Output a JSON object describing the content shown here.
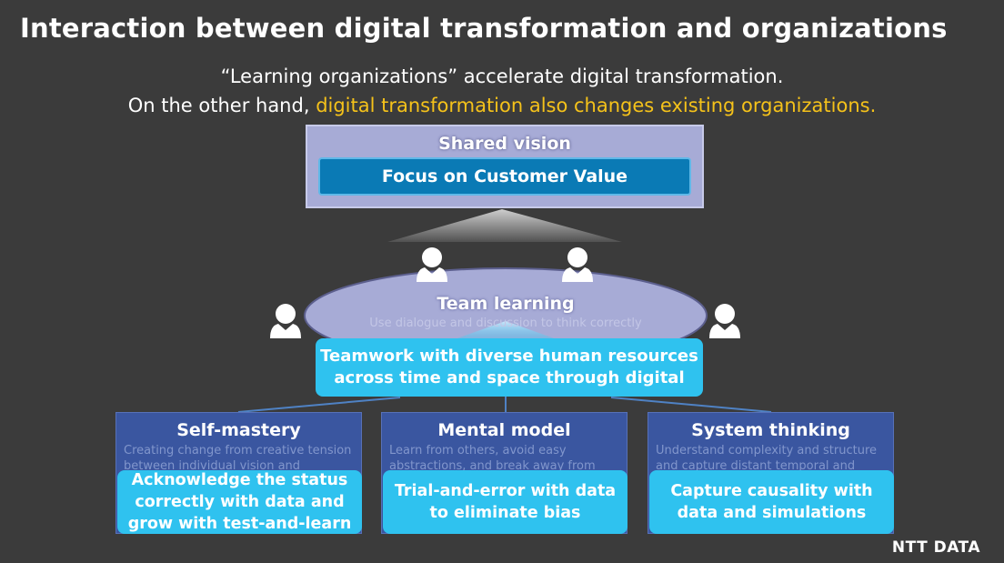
{
  "title": "Interaction between digital transformation and organizations",
  "subtitle": {
    "line1": "“Learning organizations” accelerate digital transformation.",
    "line2_prefix": "On the other hand, ",
    "line2_highlight": "digital transformation also changes existing organizations."
  },
  "shared_vision": {
    "title": "Shared vision",
    "inner": "Focus on Customer Value"
  },
  "team_learning": {
    "title": "Team learning",
    "description": "Use dialogue and discussion to think correctly",
    "box": "Teamwork with diverse human resources\nacross time and space through digital"
  },
  "pillars": [
    {
      "title": "Self-mastery",
      "description": "Creating change from creative tension\nbetween individual vision and accurate",
      "box": "Acknowledge the status\ncorrectly with data and\ngrow with test-and-learn"
    },
    {
      "title": "Mental model",
      "description": "Learn from others, avoid easy\nabstractions, and break away from",
      "box": "Trial-and-error with data\nto eliminate bias"
    },
    {
      "title": "System thinking",
      "description": "Understand complexity and structure\nand capture distant temporal and",
      "box": "Capture causality with\ndata and simulations"
    }
  ],
  "logo": "NTT DATA",
  "icons": [
    "person-icon",
    "person-icon",
    "person-icon",
    "person-icon"
  ],
  "colors": {
    "background": "#3b3b3b",
    "highlight": "#f5c21a",
    "vision_box": "#a7abd6",
    "vision_inner": "#0a7ab5",
    "cyan_box": "#2fc2ef",
    "pillar": "#3a56a0"
  }
}
